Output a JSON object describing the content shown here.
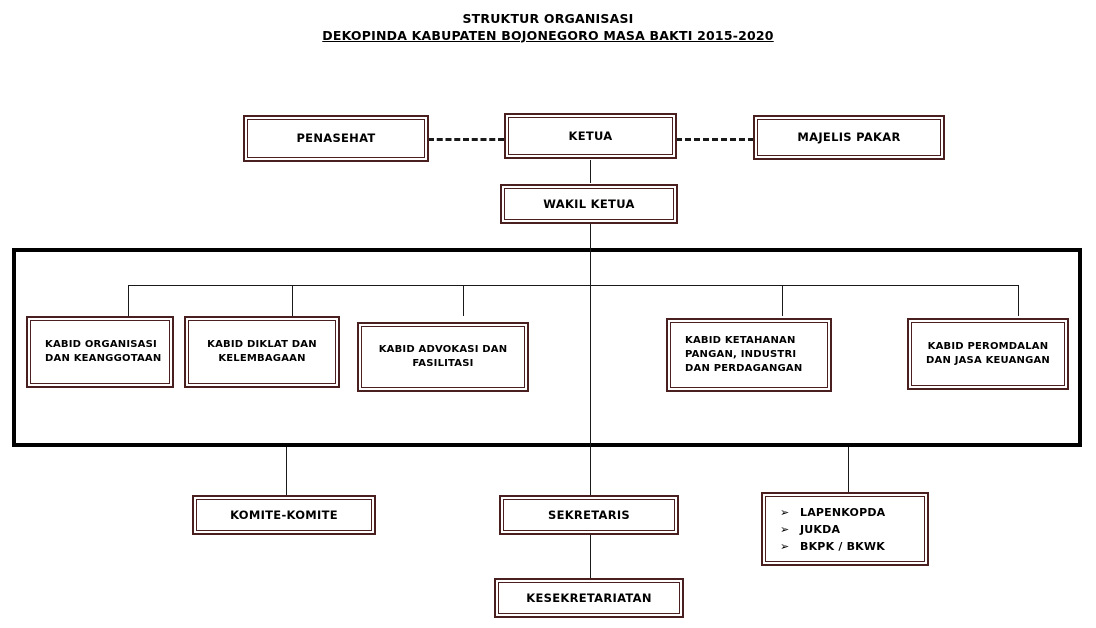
{
  "title": {
    "line1": "STRUKTUR ORGANISASI",
    "line2": "DEKOPINDA KABUPATEN BOJONEGORO MASA BAKTI 2015-2020"
  },
  "colors": {
    "box_border": "#4a1f1f",
    "frame_border": "#000000",
    "connector": "#1a1a1a",
    "text": "#000000",
    "background": "#ffffff"
  },
  "nodes": {
    "penasehat": "PENASEHAT",
    "ketua": "KETUA",
    "majelis_pakar": "MAJELIS PAKAR",
    "wakil_ketua": "WAKIL KETUA",
    "kabid_organisasi": "KABID ORGANISASI\nDAN KEANGGOTAAN",
    "kabid_diklat": "KABID DIKLAT DAN\nKELEMBAGAAN",
    "kabid_advokasi": "KABID ADVOKASI DAN\nFASILITASI",
    "kabid_ketahanan": "KABID KETAHANAN\nPANGAN, INDUSTRI\nDAN PERDAGANGAN",
    "kabid_peromdalan": "KABID PEROMDALAN\nDAN JASA KEUANGAN",
    "komite": "KOMITE-KOMITE",
    "sekretaris": "SEKRETARIS",
    "kesekretariatan": "KESEKRETARIATAN"
  },
  "unit_list": {
    "bullet": "➢",
    "items": [
      "LAPENKOPDA",
      "JUKDA",
      "BKPK / BKWK"
    ]
  },
  "chart_data": {
    "type": "diagram",
    "diagram_kind": "organizational-chart",
    "title": "STRUKTUR ORGANISASI DEKOPINDA KABUPATEN BOJONEGORO MASA BAKTI 2015-2020",
    "nodes": [
      {
        "id": "penasehat",
        "label": "PENASEHAT",
        "level": 1
      },
      {
        "id": "ketua",
        "label": "KETUA",
        "level": 1
      },
      {
        "id": "majelis_pakar",
        "label": "MAJELIS PAKAR",
        "level": 1
      },
      {
        "id": "wakil_ketua",
        "label": "WAKIL KETUA",
        "level": 2
      },
      {
        "id": "kabid_organisasi",
        "label": "KABID ORGANISASI DAN KEANGGOTAAN",
        "level": 3
      },
      {
        "id": "kabid_diklat",
        "label": "KABID DIKLAT DAN KELEMBAGAAN",
        "level": 3
      },
      {
        "id": "kabid_advokasi",
        "label": "KABID ADVOKASI DAN FASILITASI",
        "level": 3
      },
      {
        "id": "kabid_ketahanan",
        "label": "KABID KETAHANAN PANGAN, INDUSTRI DAN PERDAGANGAN",
        "level": 3
      },
      {
        "id": "kabid_peromdalan",
        "label": "KABID PEROMDALAN DAN JASA KEUANGAN",
        "level": 3
      },
      {
        "id": "komite",
        "label": "KOMITE-KOMITE",
        "level": 4
      },
      {
        "id": "sekretaris",
        "label": "SEKRETARIS",
        "level": 4
      },
      {
        "id": "unit_list",
        "label": "LAPENKOPDA; JUKDA; BKPK / BKWK",
        "level": 4
      },
      {
        "id": "kesekretariatan",
        "label": "KESEKRETARIATAN",
        "level": 5
      }
    ],
    "edges": [
      {
        "from": "penasehat",
        "to": "ketua",
        "style": "dashed"
      },
      {
        "from": "ketua",
        "to": "majelis_pakar",
        "style": "dashed"
      },
      {
        "from": "ketua",
        "to": "wakil_ketua",
        "style": "solid"
      },
      {
        "from": "wakil_ketua",
        "to": "kabid_organisasi",
        "style": "solid"
      },
      {
        "from": "wakil_ketua",
        "to": "kabid_diklat",
        "style": "solid"
      },
      {
        "from": "wakil_ketua",
        "to": "kabid_advokasi",
        "style": "solid"
      },
      {
        "from": "wakil_ketua",
        "to": "kabid_ketahanan",
        "style": "solid"
      },
      {
        "from": "wakil_ketua",
        "to": "kabid_peromdalan",
        "style": "solid"
      },
      {
        "from": "wakil_ketua",
        "to": "komite",
        "style": "solid"
      },
      {
        "from": "wakil_ketua",
        "to": "sekretaris",
        "style": "solid"
      },
      {
        "from": "wakil_ketua",
        "to": "unit_list",
        "style": "solid"
      },
      {
        "from": "sekretaris",
        "to": "kesekretariatan",
        "style": "solid"
      }
    ]
  }
}
